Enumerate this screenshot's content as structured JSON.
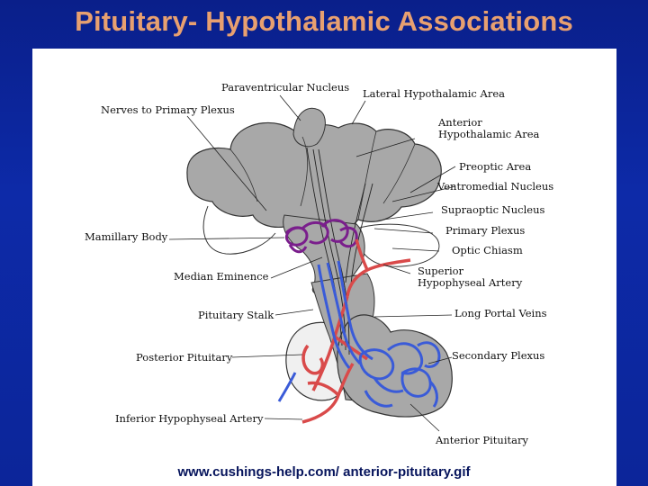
{
  "slide": {
    "title": "Pituitary- Hypothalamic Associations",
    "source": "www.cushings-help.com/ anterior-pituitary.gif"
  },
  "diagram": {
    "labels": {
      "paraventricular_nucleus": "Paraventricular Nucleus",
      "nerves_to_primary_plexus": "Nerves to Primary Plexus",
      "lateral_hypothalamic_area": "Lateral Hypothalamic Area",
      "anterior_hypothalamic_area_line1": "Anterior",
      "anterior_hypothalamic_area_line2": "Hypothalamic Area",
      "preoptic_area": "Preoptic Area",
      "ventromedial_nucleus": "Ventromedial Nucleus",
      "supraoptic_nucleus": "Supraoptic Nucleus",
      "primary_plexus": "Primary Plexus",
      "mamillary_body": "Mamillary Body",
      "optic_chiasm": "Optic Chiasm",
      "median_eminence": "Median Eminence",
      "superior_hypophyseal_artery_line1": "Superior",
      "superior_hypophyseal_artery_line2": "Hypophyseal Artery",
      "pituitary_stalk": "Pituitary Stalk",
      "long_portal_veins": "Long Portal Veins",
      "posterior_pituitary": "Posterior Pituitary",
      "secondary_plexus": "Secondary Plexus",
      "inferior_hypophyseal_artery": "Inferior Hypophyseal Artery",
      "anterior_pituitary": "Anterior Pituitary"
    },
    "colors": {
      "tissue": "#a8a8a8",
      "artery": "#d94a4a",
      "vein": "#3a5bd8",
      "plexus": "#7a1e8c",
      "background_blue": "#0d2aa8",
      "title": "#e8a070"
    }
  }
}
